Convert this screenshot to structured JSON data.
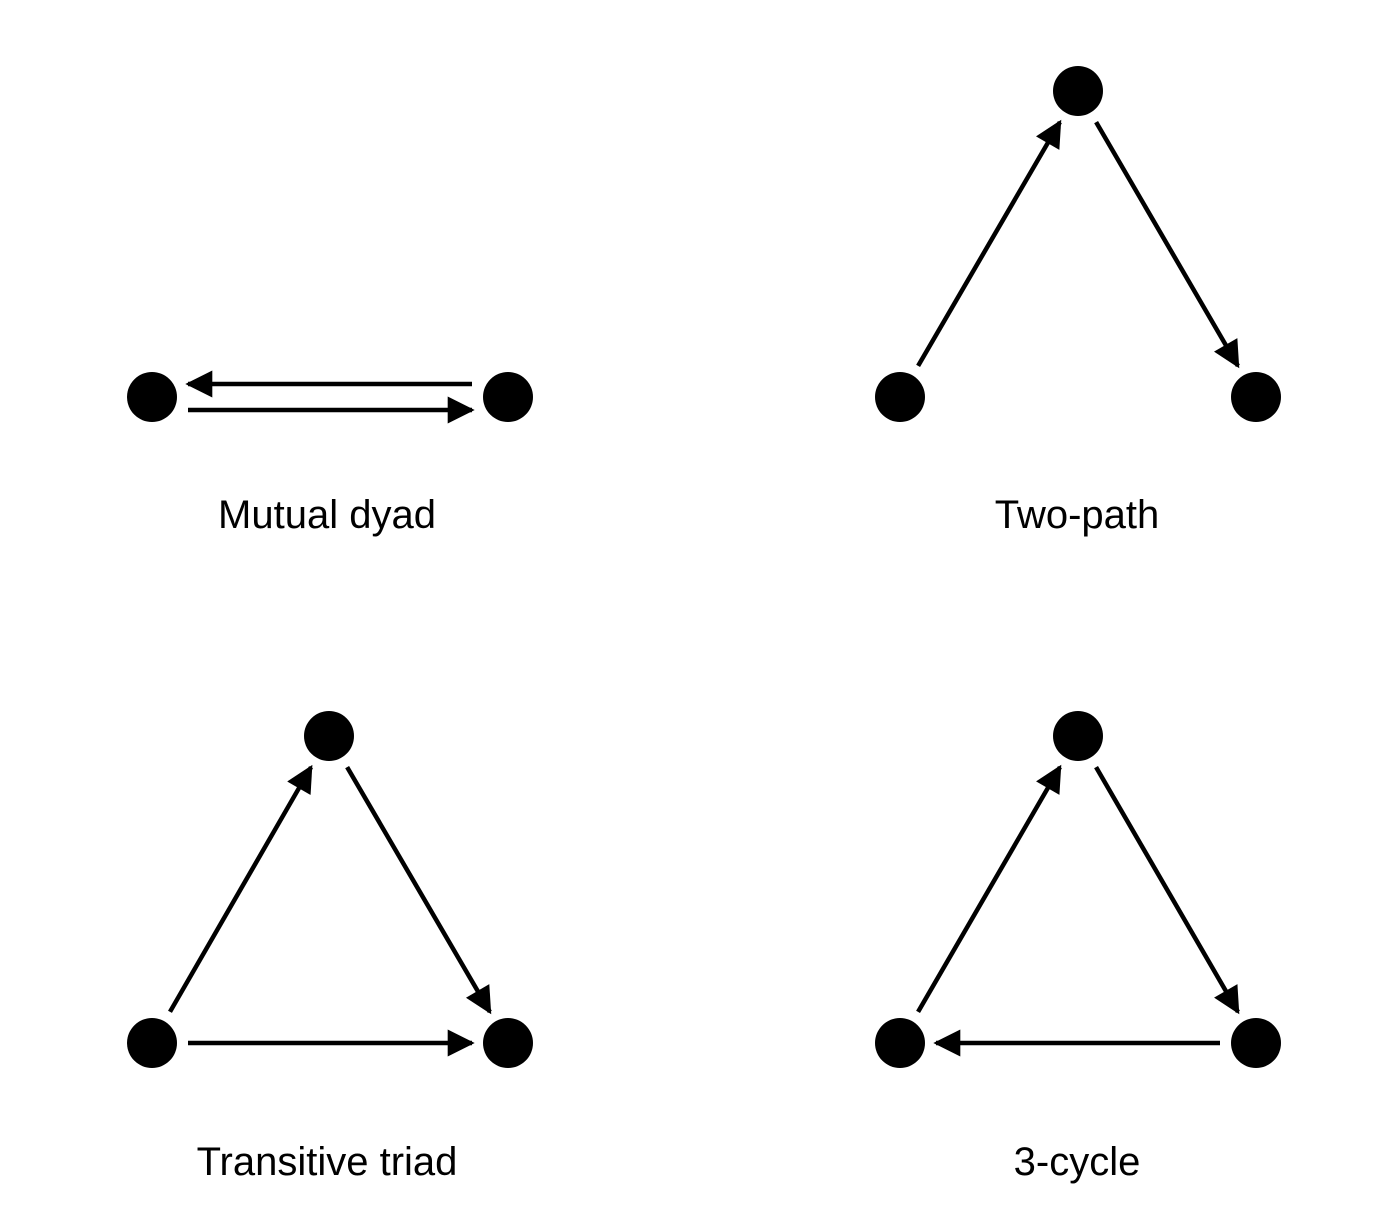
{
  "panels": [
    {
      "id": "mutual-dyad",
      "caption": "Mutual dyad",
      "nodes": [
        "a",
        "b"
      ],
      "edges": [
        {
          "from": "b",
          "to": "a"
        },
        {
          "from": "a",
          "to": "b"
        }
      ]
    },
    {
      "id": "two-path",
      "caption": "Two-path",
      "nodes": [
        "a",
        "b",
        "c"
      ],
      "edges": [
        {
          "from": "a",
          "to": "b"
        },
        {
          "from": "b",
          "to": "c"
        }
      ]
    },
    {
      "id": "transitive-triad",
      "caption": "Transitive triad",
      "nodes": [
        "a",
        "b",
        "c"
      ],
      "edges": [
        {
          "from": "a",
          "to": "b"
        },
        {
          "from": "b",
          "to": "c"
        },
        {
          "from": "a",
          "to": "c"
        }
      ]
    },
    {
      "id": "three-cycle",
      "caption": "3-cycle",
      "nodes": [
        "a",
        "b",
        "c"
      ],
      "edges": [
        {
          "from": "a",
          "to": "b"
        },
        {
          "from": "b",
          "to": "c"
        },
        {
          "from": "c",
          "to": "a"
        }
      ]
    }
  ],
  "colors": {
    "ink": "#000000",
    "background": "#ffffff"
  }
}
